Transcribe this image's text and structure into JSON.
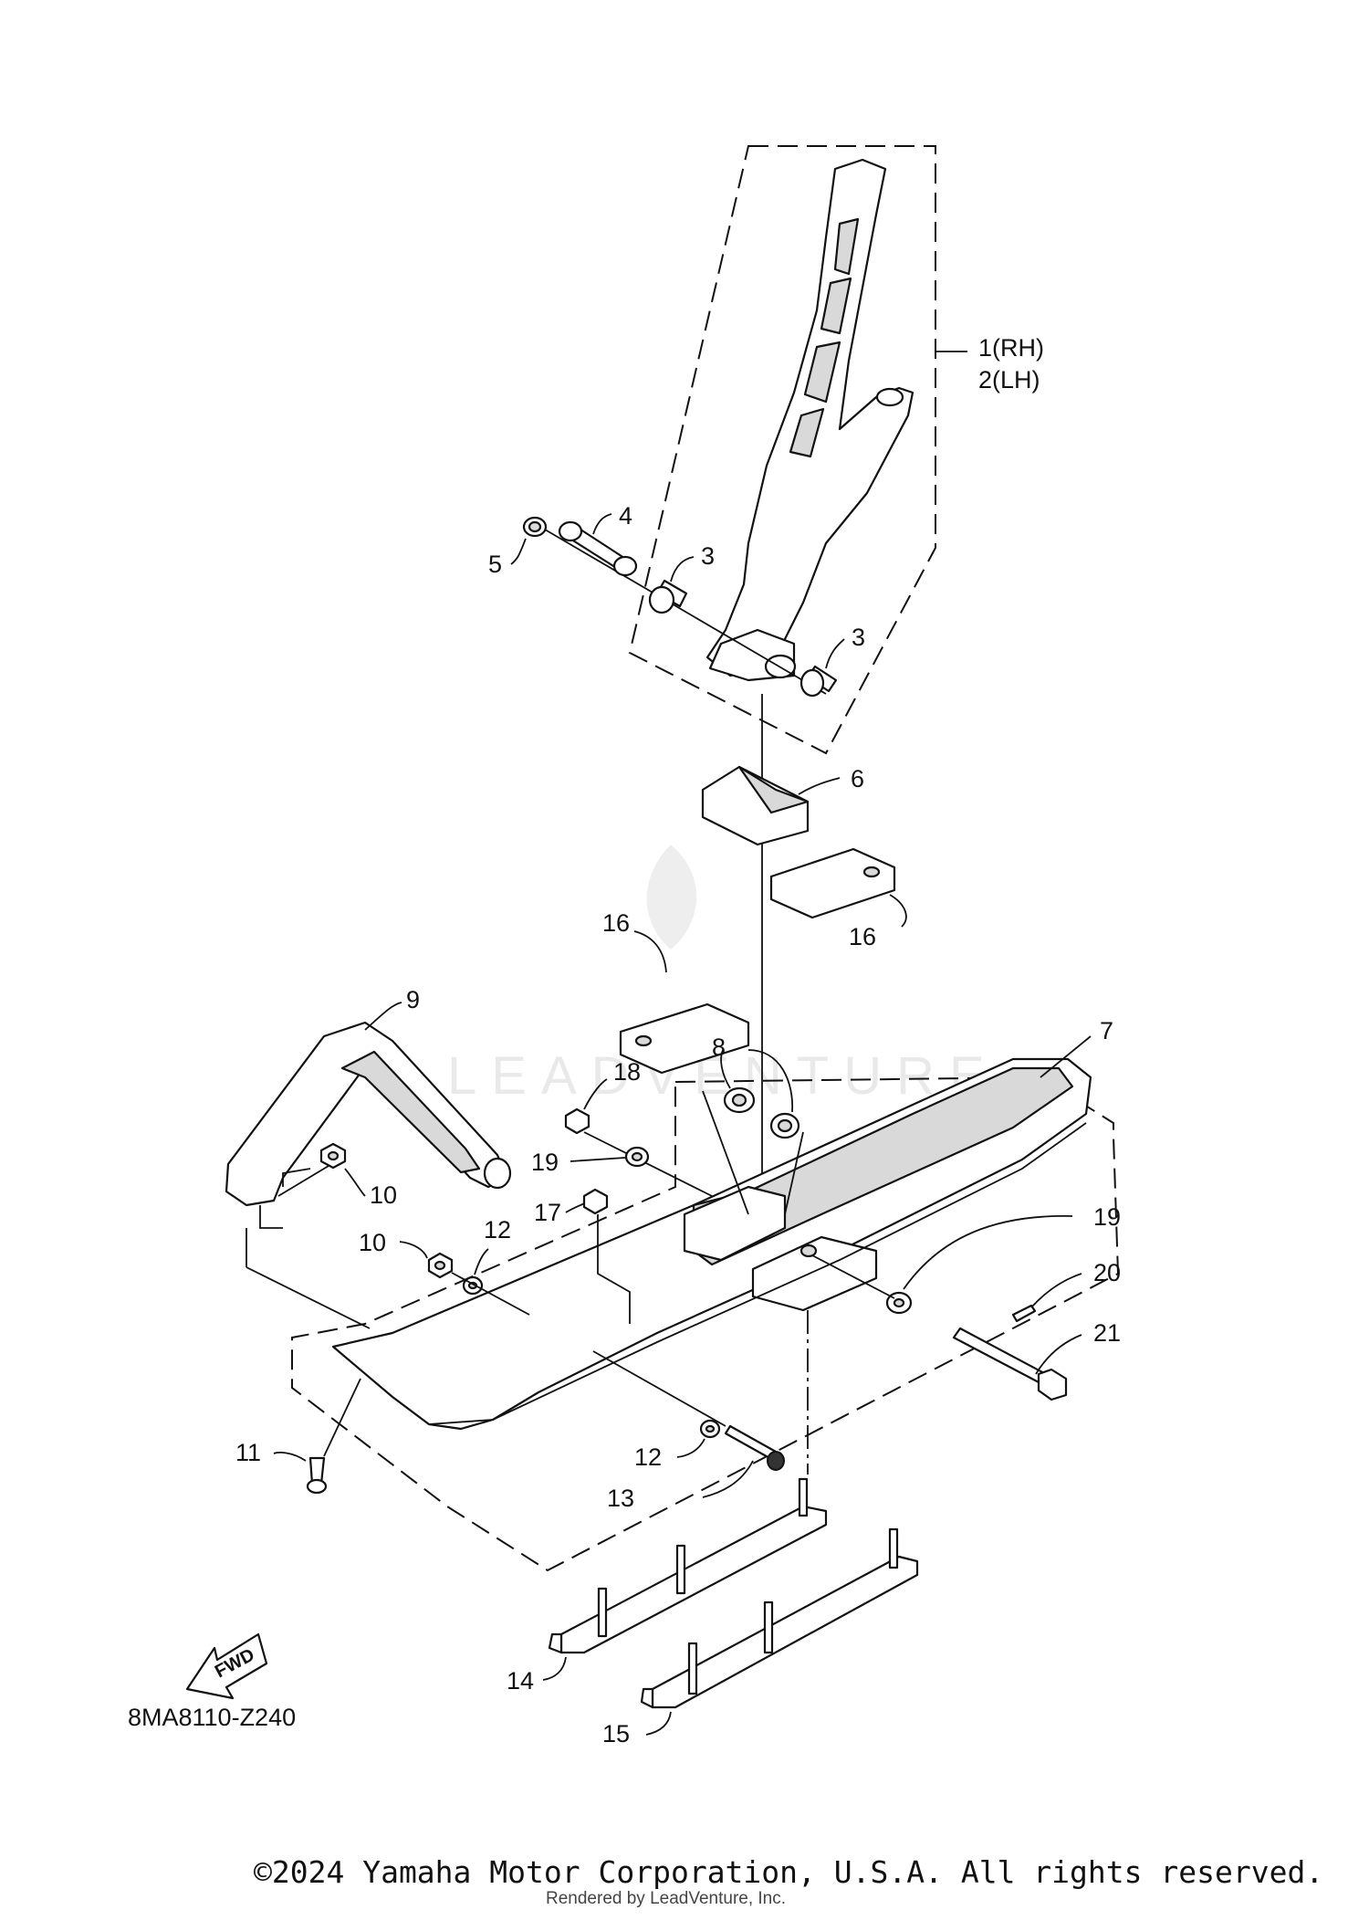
{
  "diagram": {
    "code": "8MA8110-Z240",
    "fwd_label": "FWD",
    "copyright": "©2024 Yamaha Motor Corporation, U.S.A. All rights reserved.",
    "rendered_by": "Rendered by LeadVenture, Inc.",
    "watermark": "LEADVENTURE",
    "callouts": {
      "c1": "1(RH)",
      "c2": "2(LH)",
      "c3a": "3",
      "c3b": "3",
      "c4": "4",
      "c5": "5",
      "c6": "6",
      "c7": "7",
      "c8": "8",
      "c9": "9",
      "c10a": "10",
      "c10b": "10",
      "c11": "11",
      "c12a": "12",
      "c12b": "12",
      "c13": "13",
      "c14": "14",
      "c15": "15",
      "c16a": "16",
      "c16b": "16",
      "c17": "17",
      "c18": "18",
      "c19a": "19",
      "c19b": "19",
      "c20": "20",
      "c21": "21"
    }
  }
}
